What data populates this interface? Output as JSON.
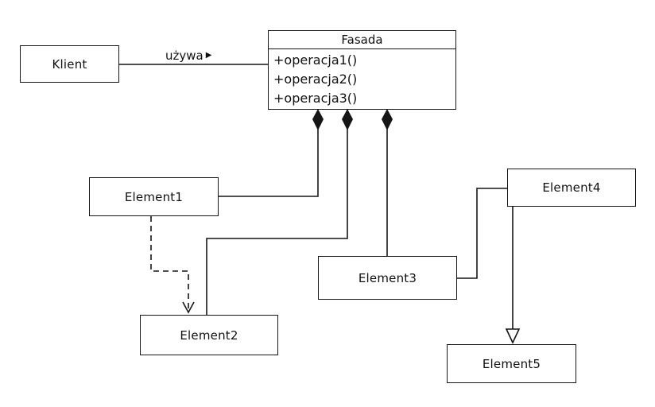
{
  "diagram": {
    "type": "uml-class-diagram",
    "classes": {
      "klient": {
        "name": "Klient"
      },
      "fasada": {
        "name": "Fasada",
        "operations": [
          "+operacja1()",
          "+operacja2()",
          "+operacja3()"
        ]
      },
      "element1": {
        "name": "Element1"
      },
      "element2": {
        "name": "Element2"
      },
      "element3": {
        "name": "Element3"
      },
      "element4": {
        "name": "Element4"
      },
      "element5": {
        "name": "Element5"
      }
    },
    "uses": {
      "label": "używa",
      "direction_arrow": "▶"
    },
    "relations": [
      {
        "type": "association",
        "from": "Klient",
        "to": "Fasada",
        "label": "używa ▶"
      },
      {
        "type": "composition",
        "from": "Fasada",
        "to": "Element1"
      },
      {
        "type": "composition",
        "from": "Fasada",
        "to": "Element2"
      },
      {
        "type": "composition",
        "from": "Fasada",
        "to": "Element3"
      },
      {
        "type": "dependency",
        "from": "Element1",
        "to": "Element2"
      },
      {
        "type": "association",
        "from": "Element4",
        "to": "Element3"
      },
      {
        "type": "generalization",
        "from": "Element4",
        "to": "Element5"
      }
    ],
    "colors": {
      "line": "#151515",
      "background": "#ffffff"
    }
  }
}
